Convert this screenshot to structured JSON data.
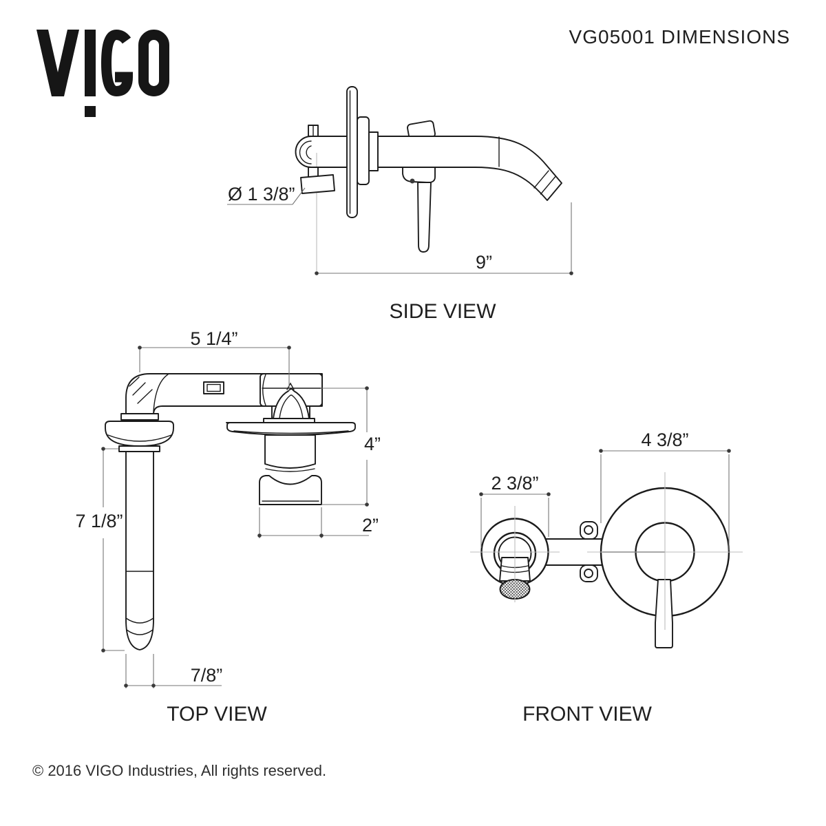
{
  "header": {
    "logo_text": "VIGO",
    "title": "VG05001 DIMENSIONS"
  },
  "views": {
    "side": {
      "label": "SIDE VIEW",
      "dims": {
        "connection_diameter": "Ø 1 3/8”",
        "spout_reach": "9”"
      }
    },
    "top": {
      "label": "TOP VIEW",
      "dims": {
        "spout_to_handle": "5 1/4”",
        "handle_projection": "4”",
        "handle_width": "2”",
        "spout_projection": "7 1/8”",
        "spout_tube_diameter": "7/8”"
      }
    },
    "front": {
      "label": "FRONT VIEW",
      "dims": {
        "spout_plate_diameter": "2 3/8”",
        "handle_plate_diameter": "4 3/8”"
      }
    }
  },
  "footer": {
    "copyright": "© 2016 VIGO Industries, All rights reserved."
  },
  "colors": {
    "line": "#1b1b1b",
    "dim_line": "#757575",
    "centerline": "#bcbcbc",
    "text": "#1f1f1f",
    "background": "#ffffff"
  }
}
